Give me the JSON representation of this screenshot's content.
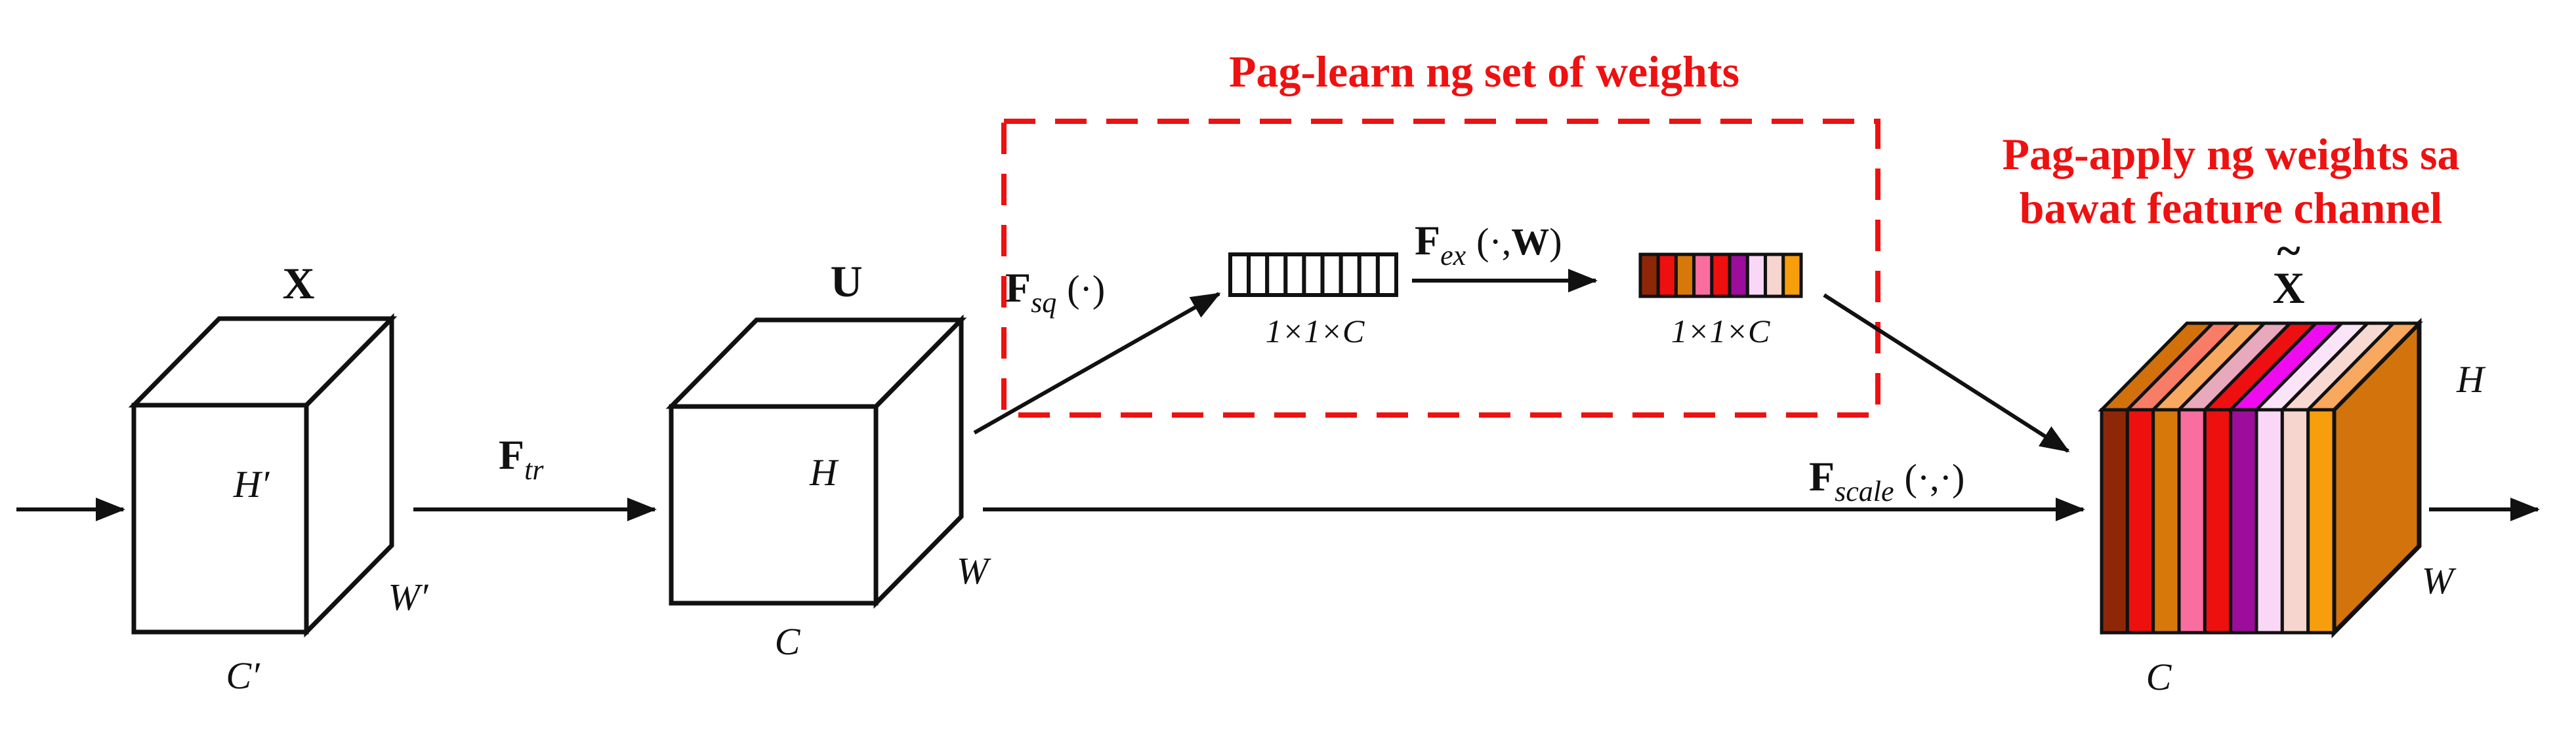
{
  "titles": {
    "learn": "Pag-learn ng set of weights",
    "apply_line1": "Pag-apply ng weights sa",
    "apply_line2": "bawat feature channel"
  },
  "colors": {
    "annotation_red": "#ee1111",
    "diagram_black": "#111111"
  },
  "input_tensor": {
    "name": "X",
    "height": "H′",
    "width": "W′",
    "channels": "C′"
  },
  "transform_fn": {
    "f": "F",
    "sub": "tr"
  },
  "feature_map": {
    "name": "U",
    "height": "H",
    "width": "W",
    "channels": "C"
  },
  "squeeze_fn": {
    "f": "F",
    "sub": "sq",
    "args": "(·)"
  },
  "squeeze_bar": {
    "label": "1×1×C",
    "cells": 9
  },
  "excitation_fn": {
    "f": "F",
    "sub": "ex",
    "args_pre": "(·,",
    "args_w": "W",
    "args_post": ")"
  },
  "excitation_bar": {
    "label": "1×1×C",
    "colors": [
      "#8e2708",
      "#ee0f0f",
      "#d6790a",
      "#f96e9e",
      "#ee0f0f",
      "#9c0d9c",
      "#fad7f7",
      "#f5d5ce",
      "#f79e0c"
    ]
  },
  "scale_fn": {
    "f": "F",
    "sub": "scale",
    "args": "(·,·)"
  },
  "output_tensor": {
    "name": "X",
    "tilde": "~",
    "height": "H",
    "width": "W",
    "channels": "C",
    "front_colors": [
      "#8e2708",
      "#ee0f0f",
      "#d6790a",
      "#f96e9e",
      "#ee0f0f",
      "#9c0d9c",
      "#fad7f7",
      "#f5d5ce",
      "#f79e0c"
    ],
    "top_colors": [
      "#d2710b",
      "#f97d66",
      "#f9a85f",
      "#e8a9bd",
      "#ee1010",
      "#f00af0",
      "#fce4f8",
      "#f8d9d2",
      "#f9a85f"
    ],
    "side_color": "#d2730b"
  }
}
